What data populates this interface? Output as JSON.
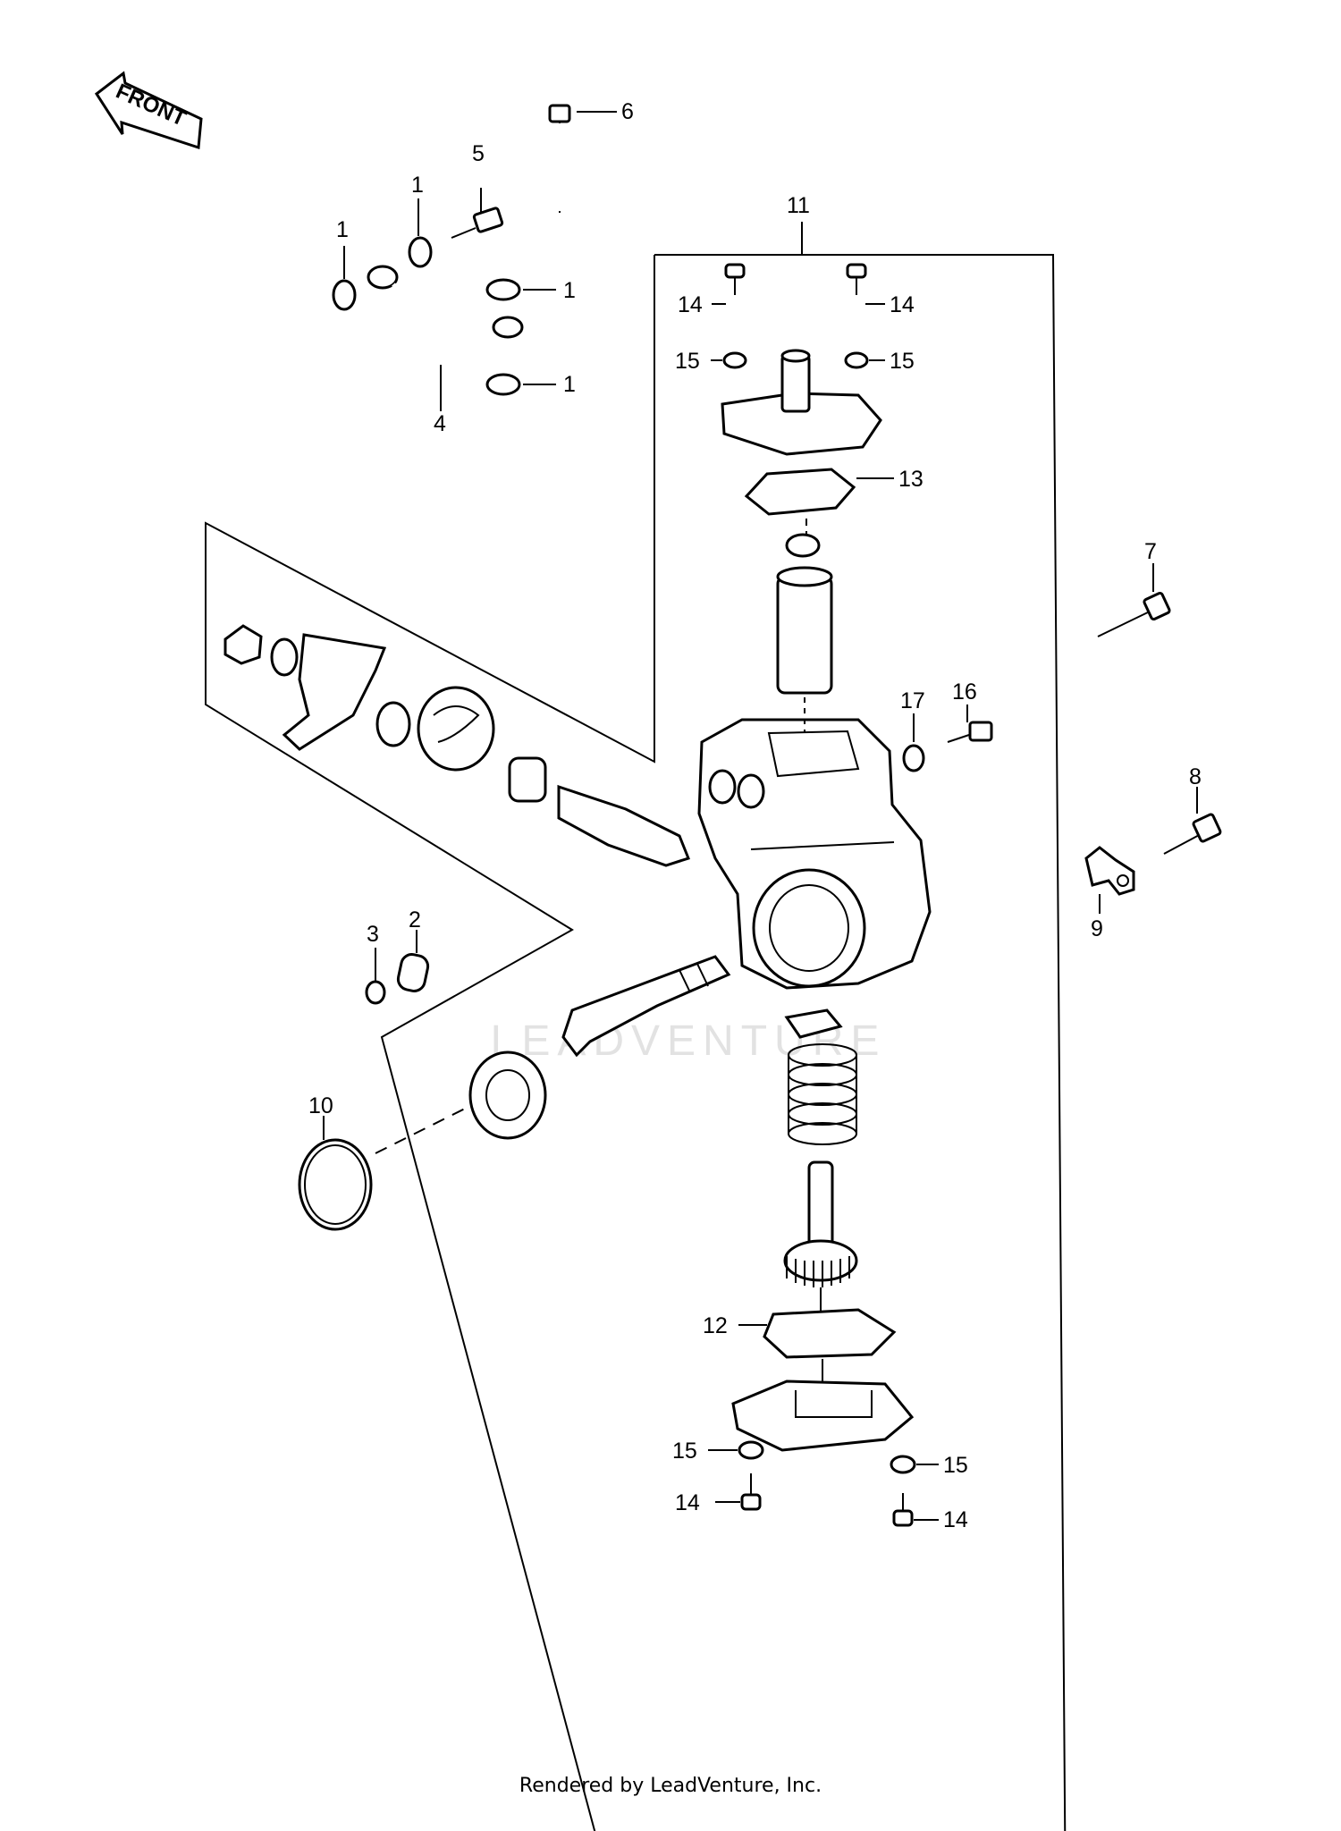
{
  "direction_label": "FRONT",
  "watermark": "LEADVENTURE",
  "footer": "Rendered by LeadVenture, Inc.",
  "callouts": {
    "c1a": "1",
    "c1b": "1",
    "c1c": "1",
    "c1d": "1",
    "c2": "2",
    "c3": "3",
    "c4": "4",
    "c5": "5",
    "c6": "6",
    "c7": "7",
    "c8": "8",
    "c9": "9",
    "c10": "10",
    "c11": "11",
    "c12": "12",
    "c13": "13",
    "c14a": "14",
    "c14b": "14",
    "c14c": "14",
    "c14d": "14",
    "c15a": "15",
    "c15b": "15",
    "c15c": "15",
    "c15d": "15",
    "c16": "16",
    "c17": "17"
  }
}
